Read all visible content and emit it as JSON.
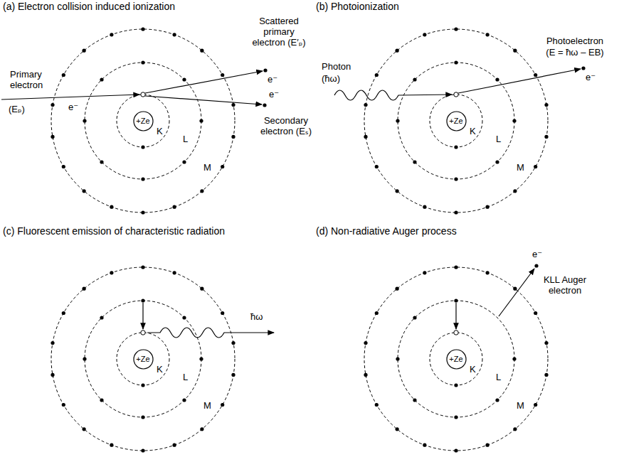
{
  "diagram": {
    "nodes": [
      {
        "text": [
          "+Ze"
        ]
      },
      {
        "text": [
          "+Ze"
        ]
      },
      {
        "text": [
          "+Ze"
        ]
      },
      {
        "text": [
          "+Ze"
        ]
      }
    ],
    "labels": [
      "(a) Electron collision induced ionization",
      "Primary electron",
      "(Eₚ)",
      "e⁻",
      "Scattered primary electron (E′ₚ)",
      "e⁻",
      "e⁻",
      "Secondary electron (Eₛ)",
      "K",
      "L",
      "M",
      "(b) Photoionization",
      "Photon",
      "(ħω)",
      "Photoelectron",
      "(E = ħω – EB)",
      "e⁻",
      "K",
      "L",
      "M",
      "(c) Fluorescent emission of characteristic radiation",
      "ħω",
      "K",
      "L",
      "M",
      "(d) Non-radiative Auger process",
      "e⁻",
      "KLL Auger electron",
      "K",
      "L",
      "M"
    ]
  }
}
